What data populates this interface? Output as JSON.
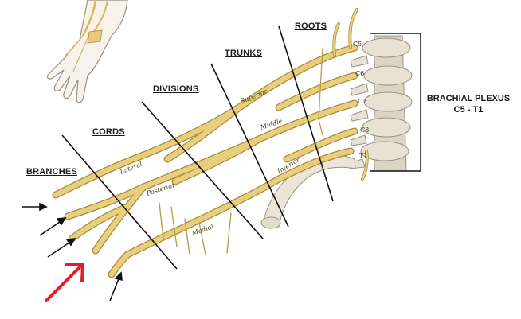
{
  "headers": {
    "roots": "ROOTS",
    "trunks": "TRUNKS",
    "divisions": "DIVISIONS",
    "cords": "CORDS",
    "branches": "BRANCHES"
  },
  "plexus_label": {
    "line1": "BRACHIAL PLEXUS",
    "line2": "C5 - T1"
  },
  "vertebra_labels": [
    "C5",
    "C6",
    "C7",
    "C8",
    "T1"
  ],
  "nerve_labels": {
    "superior": "Superior",
    "middle": "Middle",
    "inferior": "Inferior",
    "lateral": "Lateral",
    "posterior": "Posterior",
    "medial": "Medial"
  },
  "colors": {
    "nerve_fill": "#e8cf7e",
    "nerve_outline": "#a88a38",
    "bone": "#e9e2d3",
    "highlight_arrow": "#e0202a"
  }
}
